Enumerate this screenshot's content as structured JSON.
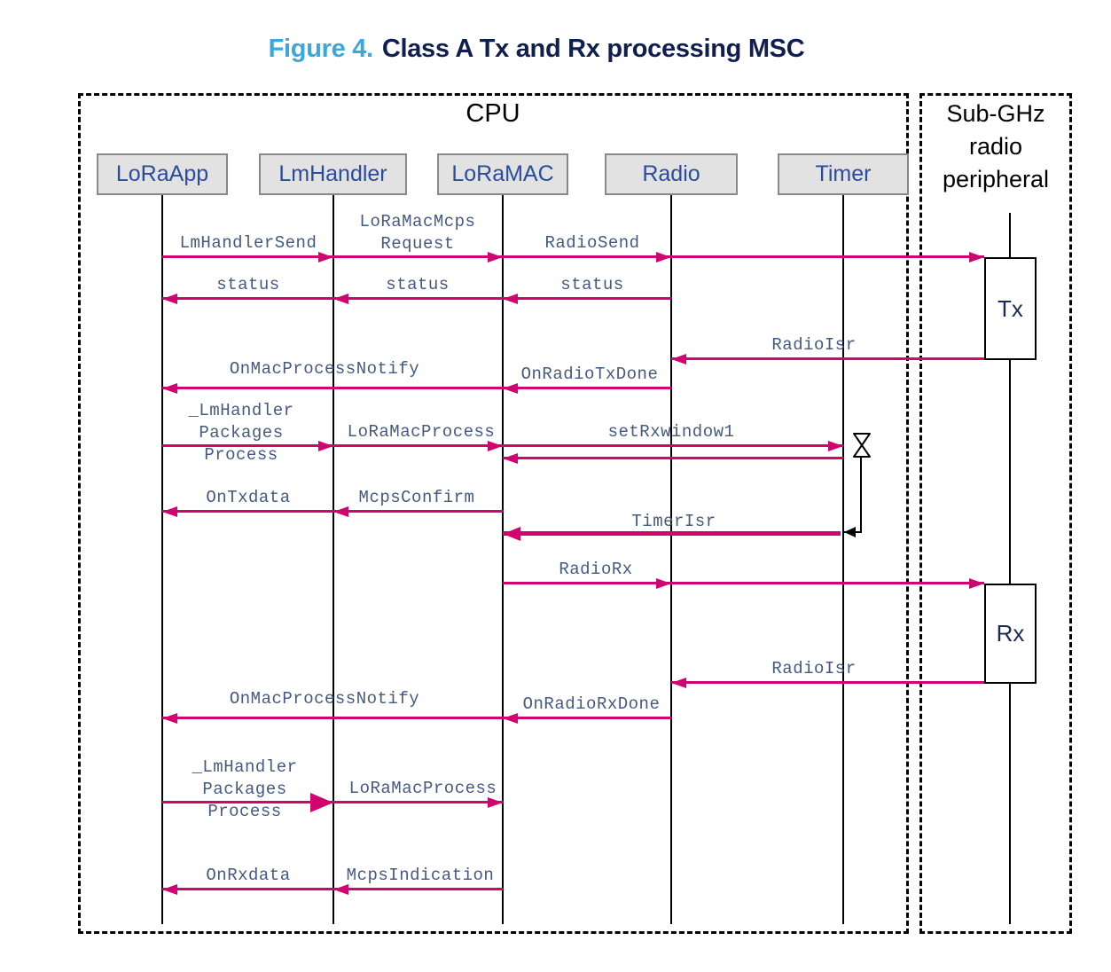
{
  "title": {
    "accent": "Figure 4.",
    "main": "Class A Tx and Rx processing MSC"
  },
  "groups": {
    "cpu": {
      "label": "CPU"
    },
    "radio": {
      "label": "Sub-GHz\nradio\nperipheral"
    }
  },
  "actors": [
    {
      "label": "LoRaApp"
    },
    {
      "label": "LmHandler"
    },
    {
      "label": "LoRaMAC"
    },
    {
      "label": "Radio"
    },
    {
      "label": "Timer"
    }
  ],
  "peripheral_states": {
    "tx": "Tx",
    "rx": "Rx"
  },
  "colors": {
    "arrow": "#d00570",
    "message_text": "#46597f",
    "actor_text": "#2b4c9c",
    "actor_fill": "#e2e2e2",
    "title_accent": "#3aa7dd",
    "title_main": "#101f4e"
  },
  "messages": [
    {
      "label": "LmHandlerSend",
      "from": "LoRaApp",
      "to": "LmHandler"
    },
    {
      "label": "LoRaMacMcps\nRequest",
      "from": "LmHandler",
      "to": "LoRaMAC"
    },
    {
      "label": "RadioSend",
      "from": "LoRaMAC",
      "to": "Radio"
    },
    {
      "label": "",
      "from": "Radio",
      "to": "Sub-GHz radio peripheral Tx"
    },
    {
      "label": "status",
      "from": "Radio",
      "to": "LoRaMAC"
    },
    {
      "label": "status",
      "from": "LoRaMAC",
      "to": "LmHandler"
    },
    {
      "label": "status",
      "from": "LmHandler",
      "to": "LoRaApp"
    },
    {
      "label": "RadioIsr",
      "from": "Sub-GHz radio peripheral Tx",
      "to": "Radio"
    },
    {
      "label": "OnRadioTxDone",
      "from": "Radio",
      "to": "LoRaMAC"
    },
    {
      "label": "OnMacProcessNotify",
      "from": "LoRaMAC",
      "to": "LoRaApp"
    },
    {
      "label": "_LmHandler\nPackages\nProcess",
      "from": "LoRaApp",
      "to": "LmHandler"
    },
    {
      "label": "LoRaMacProcess",
      "from": "LmHandler",
      "to": "LoRaMAC"
    },
    {
      "label": "setRxwindow1",
      "from": "LoRaMAC",
      "to": "Timer"
    },
    {
      "label": "",
      "from": "Timer",
      "to": "LoRaMAC"
    },
    {
      "label": "OnTxdata",
      "from": "LmHandler",
      "to": "LoRaApp"
    },
    {
      "label": "McpsConfirm",
      "from": "LoRaMAC",
      "to": "LmHandler"
    },
    {
      "label": "TimerIsr",
      "from": "Timer",
      "to": "LoRaMAC"
    },
    {
      "label": "RadioRx",
      "from": "LoRaMAC",
      "to": "Radio"
    },
    {
      "label": "",
      "from": "Radio",
      "to": "Sub-GHz radio peripheral Rx"
    },
    {
      "label": "RadioIsr",
      "from": "Sub-GHz radio peripheral Rx",
      "to": "Radio"
    },
    {
      "label": "OnRadioRxDone",
      "from": "Radio",
      "to": "LoRaMAC"
    },
    {
      "label": "OnMacProcessNotify",
      "from": "LoRaMAC",
      "to": "LoRaApp"
    },
    {
      "label": "_LmHandler\nPackages\nProcess",
      "from": "LoRaApp",
      "to": "LmHandler"
    },
    {
      "label": "LoRaMacProcess",
      "from": "LmHandler",
      "to": "LoRaMAC"
    },
    {
      "label": "McpsIndication",
      "from": "LoRaMAC",
      "to": "LmHandler"
    },
    {
      "label": "OnRxdata",
      "from": "LmHandler",
      "to": "LoRaApp"
    }
  ]
}
